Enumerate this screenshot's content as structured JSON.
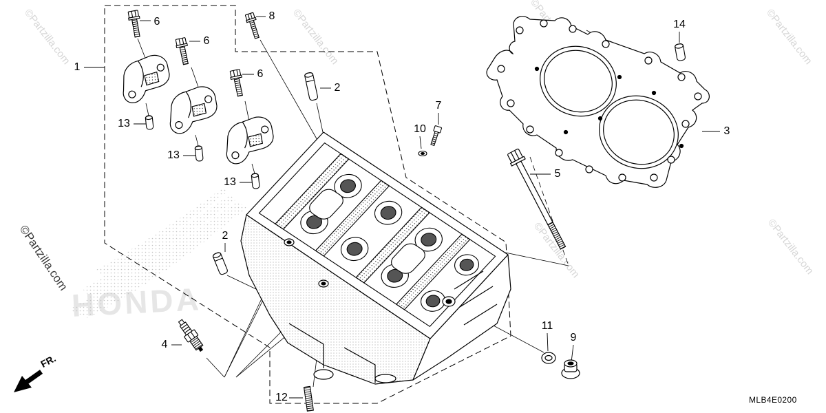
{
  "diagram": {
    "callouts": [
      {
        "label": "1"
      },
      {
        "label": "6"
      },
      {
        "label": "6"
      },
      {
        "label": "6"
      },
      {
        "label": "8"
      },
      {
        "label": "2"
      },
      {
        "label": "2"
      },
      {
        "label": "14"
      },
      {
        "label": "3"
      },
      {
        "label": "7"
      },
      {
        "label": "10"
      },
      {
        "label": "5"
      },
      {
        "label": "13"
      },
      {
        "label": "13"
      },
      {
        "label": "13"
      },
      {
        "label": "4"
      },
      {
        "label": "11"
      },
      {
        "label": "9"
      },
      {
        "label": "12"
      }
    ],
    "front_marker": {
      "label": "FR.",
      "icon": "front-arrow-icon"
    },
    "diagram_code": "MLB4E0200",
    "watermark": {
      "partzilla": "©Partzilla.com",
      "brand": "HONDA"
    },
    "colors": {
      "line": "#000000",
      "background": "#ffffff",
      "watermark": "#d6d6d6"
    }
  }
}
